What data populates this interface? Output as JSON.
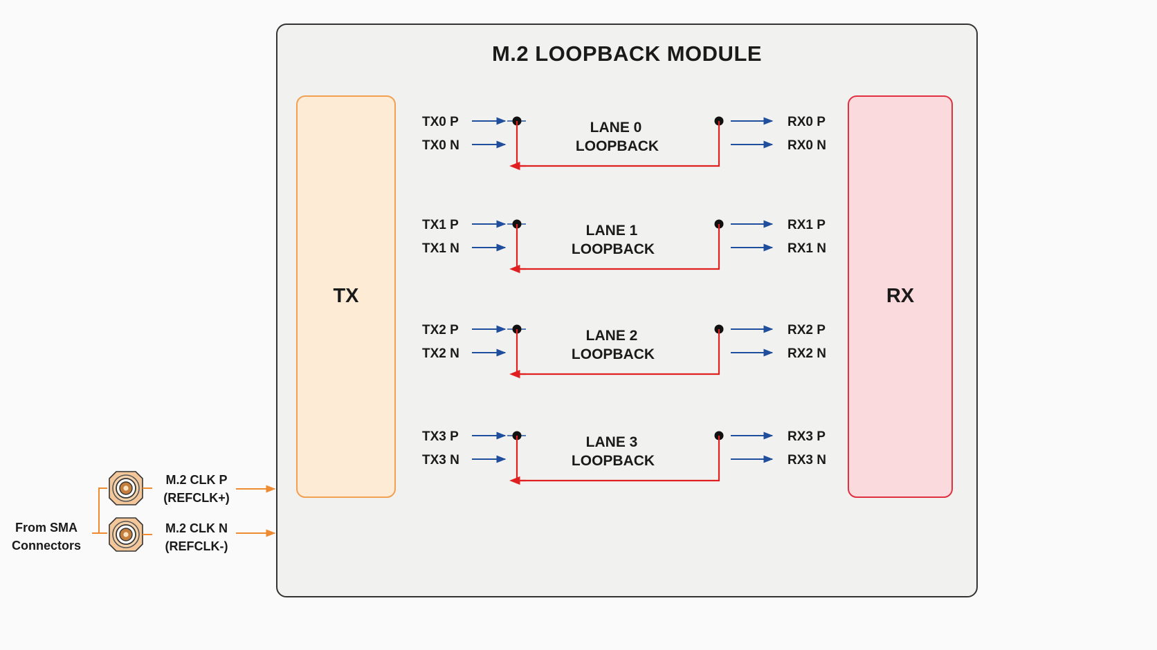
{
  "module": {
    "title": "M.2 LOOPBACK MODULE"
  },
  "tx_block": {
    "label": "TX"
  },
  "rx_block": {
    "label": "RX"
  },
  "lanes": [
    {
      "tx_p": "TX0 P",
      "tx_n": "TX0 N",
      "line1": "LANE 0",
      "line2": "LOOPBACK",
      "rx_p": "RX0 P",
      "rx_n": "RX0 N"
    },
    {
      "tx_p": "TX1 P",
      "tx_n": "TX1 N",
      "line1": "LANE 1",
      "line2": "LOOPBACK",
      "rx_p": "RX1 P",
      "rx_n": "RX1 N"
    },
    {
      "tx_p": "TX2 P",
      "tx_n": "TX2 N",
      "line1": "LANE 2",
      "line2": "LOOPBACK",
      "rx_p": "RX2 P",
      "rx_n": "RX2 N"
    },
    {
      "tx_p": "TX3 P",
      "tx_n": "TX3 N",
      "line1": "LANE 3",
      "line2": "LOOPBACK",
      "rx_p": "RX3 P",
      "rx_n": "RX3 N"
    }
  ],
  "clock": {
    "p_line1": "M.2 CLK P",
    "p_line2": "(REFCLK+)",
    "n_line1": "M.2 CLK N",
    "n_line2": "(REFCLK-)",
    "source_line1": "From SMA",
    "source_line2": "Connectors"
  },
  "colors": {
    "signal_arrow": "#1f4e9c",
    "loopback_path": "#e02020",
    "clock_arrow": "#f08a30",
    "tx_fill": "#fdebd6",
    "tx_border": "#f0a050",
    "rx_fill": "#fadadd",
    "rx_border": "#e03040",
    "module_fill": "#f1f2ef",
    "module_border": "#333333"
  }
}
